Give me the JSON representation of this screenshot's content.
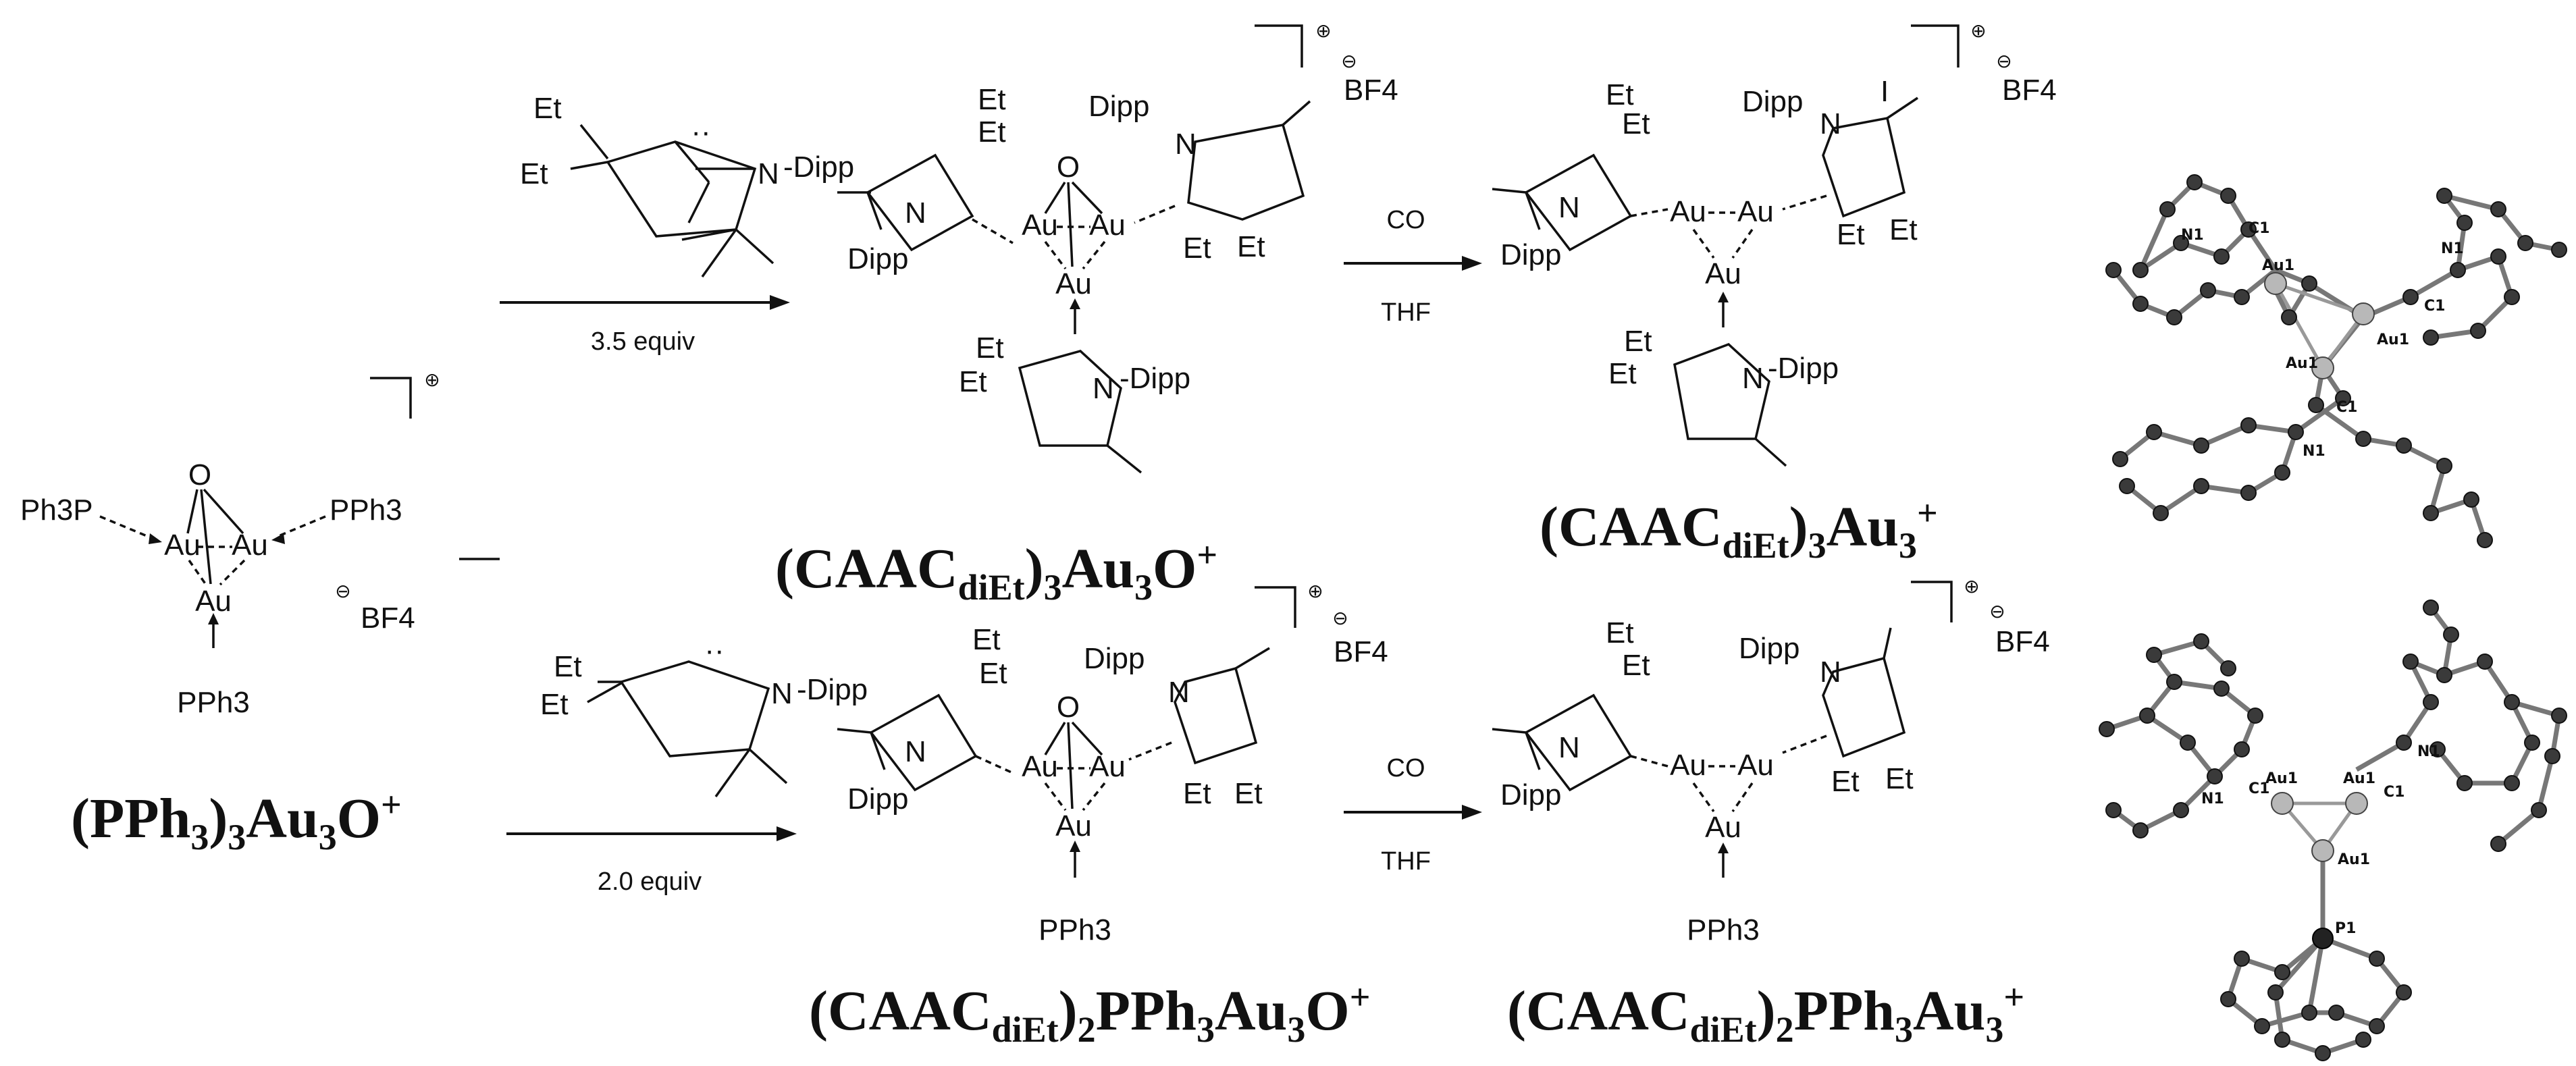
{
  "reagents": {
    "top": {
      "amount": "3.5 equiv",
      "lig_et1": "Et",
      "lig_et2": "Et",
      "lig_n": "N",
      "lig_dipp": "-Dipp"
    },
    "bottom": {
      "amount": "2.0 equiv",
      "lig_et1": "Et",
      "lig_et2": "Et",
      "lig_n": "N",
      "lig_dipp": "-Dipp"
    }
  },
  "conditions": {
    "top": {
      "reagent": "CO",
      "solvent": "THF"
    },
    "bottom": {
      "reagent": "CO",
      "solvent": "THF"
    }
  },
  "start": {
    "ph3p_left": "Ph3P",
    "pph3_right": "PPh3",
    "pph3_bottom": "PPh3",
    "o": "O",
    "au": "Au",
    "charge": "⊕",
    "anion_charge": "⊖",
    "anion": "BF4",
    "label": {
      "a": "(PPh",
      "b": "3",
      "c": ")",
      "d": "3",
      "e": "Au",
      "f": "3",
      "g": "O",
      "h": "+"
    }
  },
  "p1": {
    "o": "O",
    "au": "Au",
    "et": "Et",
    "dipp": "Dipp",
    "n": "N",
    "dipp_r": "-Dipp",
    "charge": "⊕",
    "anion_charge": "⊖",
    "anion": "BF4",
    "label": {
      "a": "(CAAC",
      "b": "diEt",
      "c": ")",
      "d": "3",
      "e": "Au",
      "f": "3",
      "g": "O",
      "h": "+"
    }
  },
  "p2": {
    "au": "Au",
    "et": "Et",
    "dipp": "Dipp",
    "n": "N",
    "dipp_r": "-Dipp",
    "charge": "⊕",
    "anion_charge": "⊖",
    "anion": "BF4",
    "label": {
      "a": "(CAAC",
      "b": "diEt",
      "c": ")",
      "d": "3",
      "e": "Au",
      "f": "3",
      "h": "+"
    }
  },
  "p3": {
    "o": "O",
    "au": "Au",
    "et": "Et",
    "dipp": "Dipp",
    "n": "N",
    "pph3": "PPh3",
    "charge": "⊕",
    "anion_charge": "⊖",
    "anion": "BF4",
    "label": {
      "a": "(CAAC",
      "b": "diEt",
      "c": ")",
      "d": "2",
      "e": "PPh",
      "f": "3",
      "g": "Au",
      "h": "3",
      "i": "O",
      "j": "+"
    }
  },
  "p4": {
    "au": "Au",
    "et": "Et",
    "dipp": "Dipp",
    "n": "N",
    "pph3": "PPh3",
    "charge": "⊕",
    "anion_charge": "⊖",
    "anion": "BF4",
    "label": {
      "a": "(CAAC",
      "b": "diEt",
      "c": ")",
      "d": "2",
      "e": "PPh",
      "f": "3",
      "g": "Au",
      "h": "3",
      "j": "+"
    }
  },
  "xray_top": {
    "n1a": "N1",
    "n1b": "N1",
    "n1c": "N1",
    "c1a": "C1",
    "c1b": "C1",
    "c1c": "C1",
    "au1a": "Au1",
    "au1b": "Au1",
    "au1c": "Au1"
  },
  "xray_bottom": {
    "n1a": "N1",
    "n1b": "N1",
    "c1a": "C1",
    "c1b": "C1",
    "au1a": "Au1",
    "au1b": "Au1",
    "au1c": "Au1",
    "p1": "P1"
  }
}
